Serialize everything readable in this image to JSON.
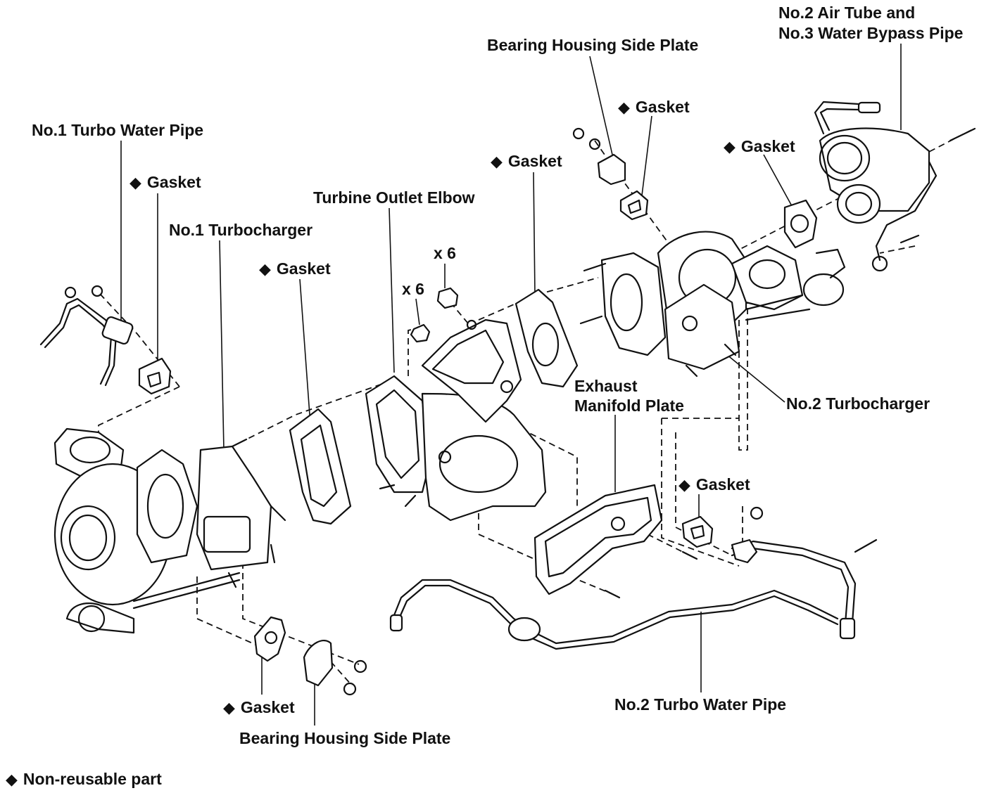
{
  "labels": {
    "no2_air_tube_line1": "No.2 Air Tube and",
    "no2_air_tube_line2": "No.3 Water Bypass Pipe",
    "bearing_housing_side_plate_top": "Bearing Housing Side Plate",
    "gasket_top_center": "Gasket",
    "gasket_top_right": "Gasket",
    "gasket_upper_mid": "Gasket",
    "no1_turbo_water_pipe": "No.1 Turbo Water Pipe",
    "gasket_left": "Gasket",
    "turbine_outlet_elbow": "Turbine Outlet Elbow",
    "no1_turbocharger": "No.1 Turbocharger",
    "gasket_center_left": "Gasket",
    "x6_upper": "x 6",
    "x6_lower": "x 6",
    "exhaust_manifold_plate_line1": "Exhaust",
    "exhaust_manifold_plate_line2": "Manifold Plate",
    "no2_turbocharger": "No.2 Turbocharger",
    "gasket_lower_right": "Gasket",
    "gasket_bottom_left": "Gasket",
    "bearing_housing_side_plate_bottom": "Bearing Housing Side Plate",
    "no2_turbo_water_pipe": "No.2 Turbo Water Pipe",
    "legend_non_reusable": "Non-reusable part"
  },
  "symbols": {
    "non_reusable_marker": "◆"
  }
}
